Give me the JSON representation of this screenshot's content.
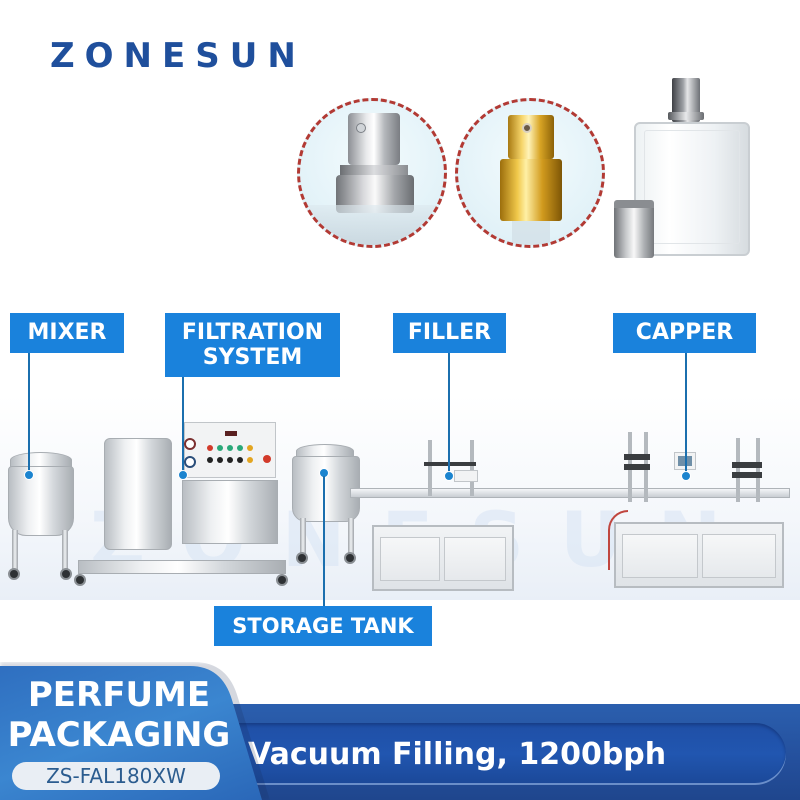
{
  "brand": {
    "logo_text": "ZONESUN",
    "logo_color": "#1f4f9c",
    "watermark_text": "ZONESUN"
  },
  "product_images": [
    {
      "name": "silver-spray-pump-closeup",
      "frame": "dashed-circle",
      "frame_color": "#b23a34"
    },
    {
      "name": "gold-spray-pump-closeup",
      "frame": "dashed-circle",
      "frame_color": "#b23a34"
    },
    {
      "name": "square-glass-perfume-bottle-with-silver-cap"
    }
  ],
  "machine_labels": [
    {
      "id": "mixer",
      "lines": [
        "MIXER"
      ]
    },
    {
      "id": "filtration-system",
      "lines": [
        "FILTRATION",
        "SYSTEM"
      ]
    },
    {
      "id": "filler",
      "lines": [
        "FILLER"
      ]
    },
    {
      "id": "capper",
      "lines": [
        "CAPPER"
      ]
    },
    {
      "id": "storage-tank",
      "lines": [
        "STORAGE TANK"
      ]
    }
  ],
  "badge": {
    "title_line1": "PERFUME",
    "title_line2": "PACKAGING",
    "model": "ZS-FAL180XW"
  },
  "banner": {
    "text": "Vacuum Filling, 1200bph"
  },
  "colors": {
    "label_blue": "#1a82dc",
    "banner_blue": "#244f9c",
    "badge_blue": "#3b86d0",
    "leader_line": "#1b6fae"
  }
}
